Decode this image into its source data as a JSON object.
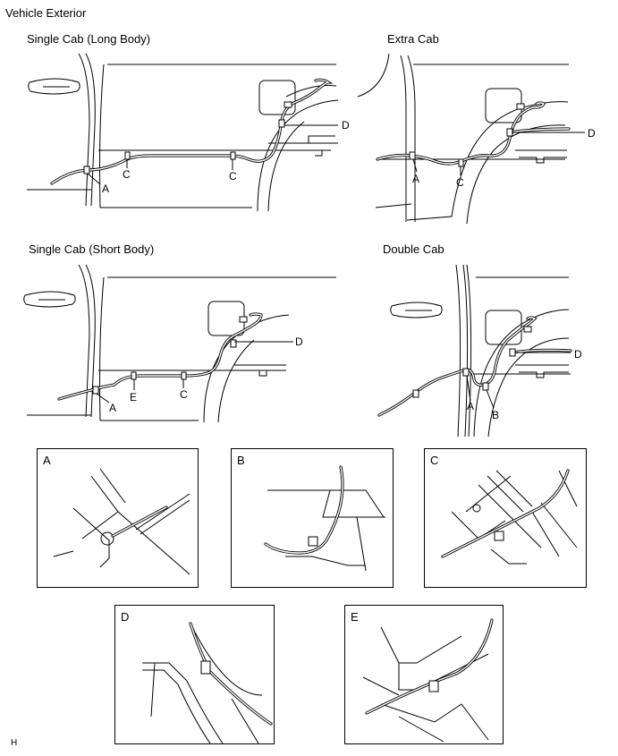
{
  "header": {
    "title": "Vehicle Exterior"
  },
  "views": [
    {
      "id": "single-long",
      "title": "Single Cab (Long Body)",
      "callouts": [
        "A",
        "C",
        "C",
        "D"
      ]
    },
    {
      "id": "extra",
      "title": "Extra Cab",
      "callouts": [
        "A",
        "C",
        "D"
      ]
    },
    {
      "id": "single-short",
      "title": "Single Cab (Short Body)",
      "callouts": [
        "A",
        "E",
        "C",
        "D"
      ]
    },
    {
      "id": "double",
      "title": "Double Cab",
      "callouts": [
        "A",
        "B",
        "D"
      ]
    }
  ],
  "details": [
    {
      "id": "detail-a",
      "label": "A"
    },
    {
      "id": "detail-b",
      "label": "B"
    },
    {
      "id": "detail-c",
      "label": "C"
    },
    {
      "id": "detail-d",
      "label": "D"
    },
    {
      "id": "detail-e",
      "label": "E"
    }
  ],
  "footer": {
    "code": "H"
  }
}
